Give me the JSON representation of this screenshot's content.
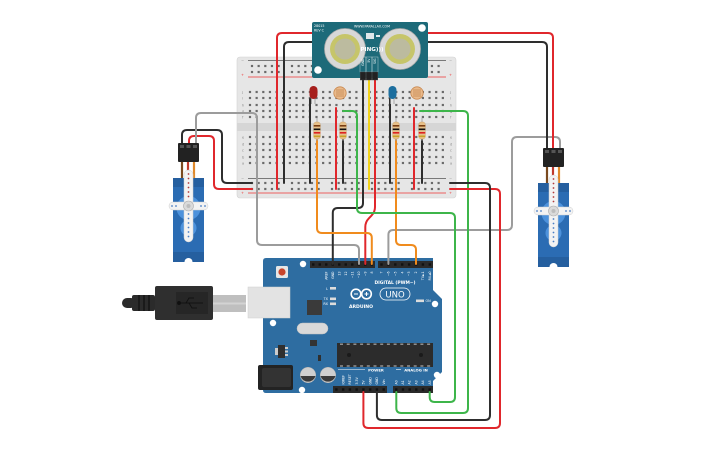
{
  "sensor": {
    "model": "28015",
    "revision": "REV C",
    "website": "WWW.PARALLAX.COM",
    "brand": "PING)))",
    "pins": [
      "GND",
      "5V",
      "SIG"
    ]
  },
  "breadboard": {
    "rows_top": [
      "j",
      "i",
      "h",
      "g",
      "f"
    ],
    "rows_bottom": [
      "e",
      "d",
      "c",
      "b",
      "a"
    ],
    "rail_minus": "−",
    "rail_plus": "+"
  },
  "arduino": {
    "brand": "ARDUINO",
    "model": "UNO",
    "digital_label": "DIGITAL (PWM~)",
    "power_label": "POWER",
    "analog_label": "ANALOG IN",
    "on_label": "ON",
    "l_label": "L",
    "tx_label": "TX",
    "rx_label": "RX",
    "digital_pins_left": [
      "",
      "",
      "AREF",
      "GND",
      "13",
      "12",
      "~11",
      "~10",
      "~9",
      "8"
    ],
    "digital_pins_right": [
      "7",
      "~6",
      "~5",
      "4",
      "~3",
      "2",
      "TX►1",
      "RX◄0"
    ],
    "power_pins": [
      "",
      "IOREF",
      "RESET",
      "3.3V",
      "5V",
      "GND",
      "GND",
      "Vin"
    ],
    "analog_pins": [
      "A0",
      "A1",
      "A2",
      "A3",
      "A4",
      "A5"
    ]
  },
  "components": {
    "led_red_color": "#a61f1c",
    "led_blue_color": "#1c6e9e",
    "servo_color": "#2b6cb3",
    "board_color": "#2e6da1",
    "sensor_color": "#1d6a79"
  },
  "colors": {
    "red": "#e0272c",
    "black": "#2e2e2e",
    "gray": "#9c9c9c",
    "yellow": "#f1d21a",
    "orange": "#f08b1d",
    "green": "#3db54a"
  }
}
